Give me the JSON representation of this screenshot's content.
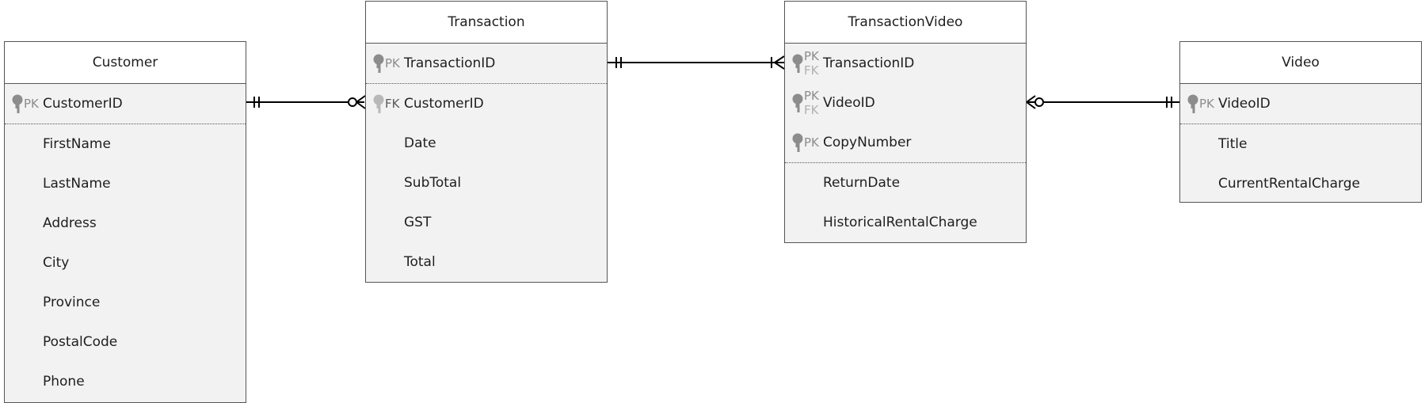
{
  "diagram_type": "entity-relationship",
  "entities": {
    "customer": {
      "name": "Customer",
      "keys": [
        {
          "label": "PK",
          "name": "CustomerID"
        }
      ],
      "attributes": [
        "FirstName",
        "LastName",
        "Address",
        "City",
        "Province",
        "PostalCode",
        "Phone"
      ]
    },
    "transaction": {
      "name": "Transaction",
      "keys": [
        {
          "label": "PK",
          "name": "TransactionID"
        }
      ],
      "attributes": [
        {
          "label": "FK",
          "name": "CustomerID"
        },
        {
          "label": "",
          "name": "Date"
        },
        {
          "label": "",
          "name": "SubTotal"
        },
        {
          "label": "",
          "name": "GST"
        },
        {
          "label": "",
          "name": "Total"
        }
      ]
    },
    "transaction_video": {
      "name": "TransactionVideo",
      "keys": [
        {
          "label1": "PK",
          "label2": "FK",
          "name": "TransactionID"
        },
        {
          "label1": "PK",
          "label2": "FK",
          "name": "VideoID"
        },
        {
          "label1": "PK",
          "label2": "",
          "name": "CopyNumber"
        }
      ],
      "attributes": [
        "ReturnDate",
        "HistoricalRentalCharge"
      ]
    },
    "video": {
      "name": "Video",
      "keys": [
        {
          "label": "PK",
          "name": "VideoID"
        }
      ],
      "attributes": [
        "Title",
        "CurrentRentalCharge"
      ]
    }
  },
  "relationships": [
    {
      "from": "Customer",
      "from_cardinality": "one-and-only-one",
      "to": "Transaction",
      "to_cardinality": "zero-or-many"
    },
    {
      "from": "Transaction",
      "from_cardinality": "one-and-only-one",
      "to": "TransactionVideo",
      "to_cardinality": "one-or-many"
    },
    {
      "from": "Video",
      "from_cardinality": "one-and-only-one",
      "to": "TransactionVideo",
      "to_cardinality": "zero-or-many"
    }
  ],
  "colors": {
    "border": "#555555",
    "body_fill": "#f2f2f2",
    "header_fill": "#ffffff",
    "key_icon": "#8c8c8c",
    "fk_icon": "#b8b8b8"
  }
}
